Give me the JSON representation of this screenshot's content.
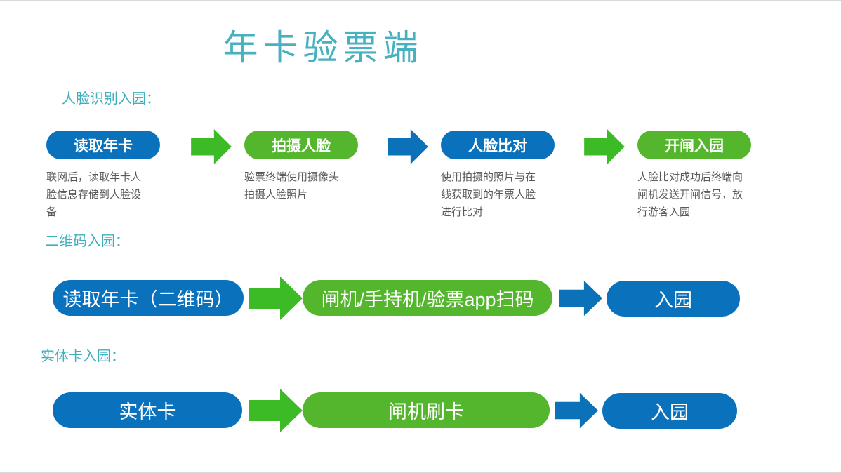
{
  "slide": {
    "title": "年卡验票端"
  },
  "colors": {
    "title_teal": "#48b1c0",
    "pill_blue": "#0a72bd",
    "pill_green": "#54b62c",
    "arrow_green": "#3cbb26",
    "arrow_blue": "#0b72b9",
    "description_gray": "#595959"
  },
  "sections": [
    {
      "label": "人脸识别入园：",
      "steps": [
        {
          "label": "读取年卡",
          "color": "blue",
          "desc": "联网后，读取年卡人脸信息存储到人脸设备"
        },
        {
          "label": "拍摄人脸",
          "color": "green",
          "desc": "验票终端使用摄像头拍摄人脸照片"
        },
        {
          "label": "人脸比对",
          "color": "blue",
          "desc": "使用拍摄的照片与在线获取到的年票人脸进行比对"
        },
        {
          "label": "开闸入园",
          "color": "green",
          "desc": "人脸比对成功后终端向闸机发送开闸信号，放行游客入园"
        }
      ],
      "arrows": [
        "green",
        "blue",
        "green"
      ]
    },
    {
      "label": "二维码入园：",
      "steps": [
        {
          "label": "读取年卡（二维码）",
          "color": "blue"
        },
        {
          "label": "闸机/手持机/验票app扫码",
          "color": "green"
        },
        {
          "label": "入园",
          "color": "blue"
        }
      ],
      "arrows": [
        "green",
        "blue"
      ]
    },
    {
      "label": "实体卡入园：",
      "steps": [
        {
          "label": "实体卡",
          "color": "blue"
        },
        {
          "label": "闸机刷卡",
          "color": "green"
        },
        {
          "label": "入园",
          "color": "blue"
        }
      ],
      "arrows": [
        "green",
        "blue"
      ]
    }
  ]
}
